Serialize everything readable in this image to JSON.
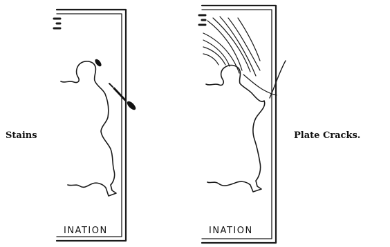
{
  "labels": {
    "left": "Stains",
    "right": "Plate Cracks."
  },
  "panels": [
    {
      "caption": "INATION"
    },
    {
      "caption": "INATION"
    }
  ],
  "ink_color": "#1a1a1a"
}
